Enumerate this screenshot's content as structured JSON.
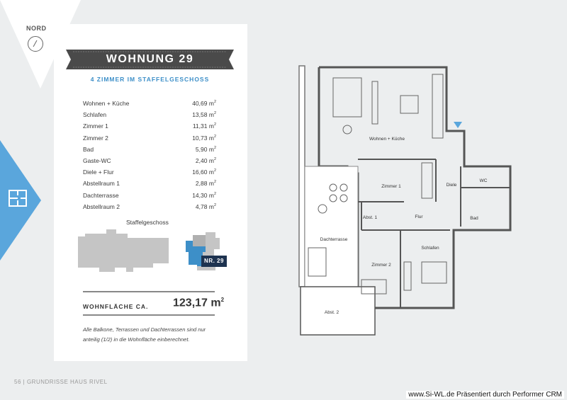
{
  "north": {
    "label": "NORD",
    "icon": "compass-icon"
  },
  "sidebar": {
    "icon": "floorplan-icon",
    "color": "#5aa6dc"
  },
  "apartment": {
    "title": "WOHNUNG 29",
    "subtitle": "4 ZIMMER IM STAFFELGESCHOSS",
    "title_bar_color": "#4a4a4a",
    "accent": "#3d8fc8"
  },
  "rooms": [
    {
      "name": "Wohnen + Küche",
      "value": "40,69",
      "unit": "m",
      "exp": "2"
    },
    {
      "name": "Schlafen",
      "value": "13,58",
      "unit": "m",
      "exp": "2"
    },
    {
      "name": "Zimmer 1",
      "value": "11,31",
      "unit": "m",
      "exp": "2"
    },
    {
      "name": "Zimmer 2",
      "value": "10,73",
      "unit": "m",
      "exp": "2"
    },
    {
      "name": "Bad",
      "value": "5,90",
      "unit": "m",
      "exp": "2"
    },
    {
      "name": "Gaste-WC",
      "value": "2,40",
      "unit": "m",
      "exp": "2"
    },
    {
      "name": "Diele + Flur",
      "value": "16,60",
      "unit": "m",
      "exp": "2"
    },
    {
      "name": "Abstellraum 1",
      "value": "2,88",
      "unit": "m",
      "exp": "2"
    },
    {
      "name": "Dachterrasse",
      "value": "14,30",
      "unit": "m",
      "exp": "2"
    },
    {
      "name": "Abstellraum 2",
      "value": "4,78",
      "unit": "m",
      "exp": "2"
    }
  ],
  "staffel": {
    "label": "Staffelgeschoss",
    "badge": "NR. 29",
    "badge_color": "#1e3350",
    "highlight_color": "#3d8fc8"
  },
  "wohnflaeche": {
    "label": "WOHNFLÄCHE CA.",
    "value": "123,17 m",
    "exp": "2"
  },
  "note": "Alle Balkone, Terrassen und Dachterrassen sind nur anteilig (1/2) in die Wohnfläche einberechnet.",
  "footer": {
    "page": "56",
    "sep": "|",
    "text": "GRUNDRISSE HAUS RIVEL"
  },
  "credit": "www.Si-WL.de Präsentiert durch Performer CRM",
  "plan_labels": {
    "wohnen": "Wohnen + Küche",
    "zimmer1": "Zimmer 1",
    "diele": "Diele",
    "wc": "WC",
    "bad": "Bad",
    "flur": "Flur",
    "abst1": "Abst. 1",
    "dachterrasse": "Dachterrasse",
    "zimmer2": "Zimmer 2",
    "schlafen": "Schlafen",
    "abst2": "Abst. 2"
  }
}
